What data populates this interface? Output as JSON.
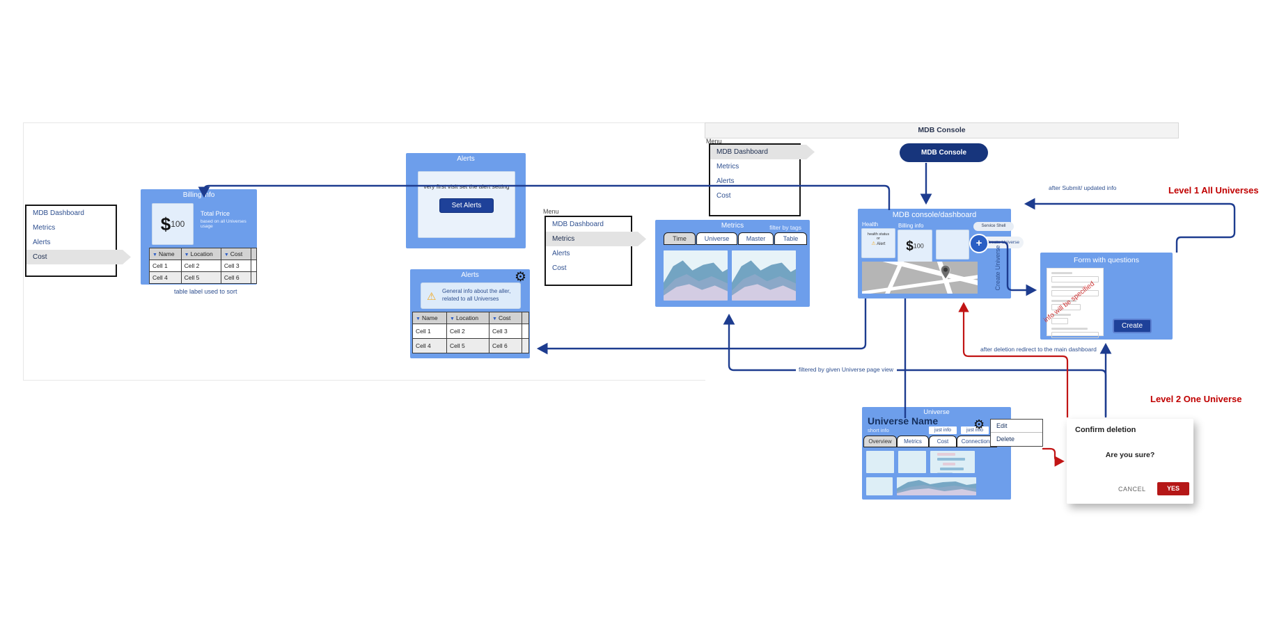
{
  "colors": {
    "accent_blue": "#6d9eeb",
    "navy": "#1d3c8f",
    "red_annotation": "#c00000",
    "red_button": "#b51717"
  },
  "header_bar": {
    "title": "MDB Console"
  },
  "menu_left": {
    "items": [
      "MDB Dashboard",
      "Metrics",
      "Alerts",
      "Cost"
    ],
    "active": "Cost"
  },
  "menu_mid": {
    "label": "Menu",
    "items": [
      "MDB Dashboard",
      "Metrics",
      "Alerts",
      "Cost"
    ],
    "active": "Metrics"
  },
  "menu_top": {
    "label": "Menu",
    "items": [
      "MDB Dashboard",
      "Metrics",
      "Alerts",
      "Cost"
    ],
    "active": "MDB Dashboard"
  },
  "billing": {
    "title": "Billing info",
    "currency": "$",
    "amount": "100",
    "price_label": "Total Price",
    "price_sub": "based on all Universes usage",
    "table": {
      "headers": [
        "Name",
        "Location",
        "Cost"
      ],
      "rows": [
        [
          "Cell 1",
          "Cell 2",
          "Cell 3"
        ],
        [
          "Cell 4",
          "Cell 5",
          "Cell 6"
        ]
      ]
    },
    "caption": "table label used to sort"
  },
  "alerts_setup": {
    "title": "Alerts",
    "message": "very first visit set the alert setting",
    "button": "Set Alerts"
  },
  "alerts_info": {
    "title": "Alerts",
    "callout": "General info about the aller, related to all Universes",
    "table": {
      "headers": [
        "Name",
        "Location",
        "Cost"
      ],
      "rows": [
        [
          "Cell 1",
          "Cell 2",
          "Cell 3"
        ],
        [
          "Cell 4",
          "Cell 5",
          "Cell 6"
        ]
      ]
    }
  },
  "metrics": {
    "title": "Metrics",
    "filter_label": "filter by tags",
    "tabs": [
      "Time",
      "Universe",
      "Master",
      "Table"
    ],
    "active_tab": "Time"
  },
  "console_pill": {
    "label": "MDB Console"
  },
  "console": {
    "title": "MDB console/dashboard",
    "health_label": "Health",
    "health_line1": "health status",
    "health_line2": "or",
    "health_line3": "Alert",
    "billing_label": "Billing info",
    "currency": "$",
    "amount": "100",
    "service_shell": "Service Shell",
    "create_universe": "Create Universe",
    "side_label": "Create Universe"
  },
  "form": {
    "title": "Form with questions",
    "watermark": "info will be specified",
    "create_button": "Create"
  },
  "universe": {
    "title": "Universe",
    "name": "Universe Name",
    "short_info": "short info",
    "chips": [
      "just info",
      "just info"
    ],
    "tabs": [
      "Overview",
      "Metrics",
      "Cost",
      "Connections"
    ],
    "active_tab": "Overview",
    "menu": [
      "Edit",
      "Delete"
    ]
  },
  "dialog": {
    "title": "Confirm deletion",
    "message": "Are you sure?",
    "cancel": "CANCEL",
    "confirm": "YES"
  },
  "annotations": {
    "after_submit": "after Submit/ updated info",
    "level1": "Level 1 All Universes",
    "level2": "Level 2 One Universe",
    "after_deletion": "after deletion redirect to the main dashboard",
    "filtered_by": "filtered by given Universe page view"
  }
}
